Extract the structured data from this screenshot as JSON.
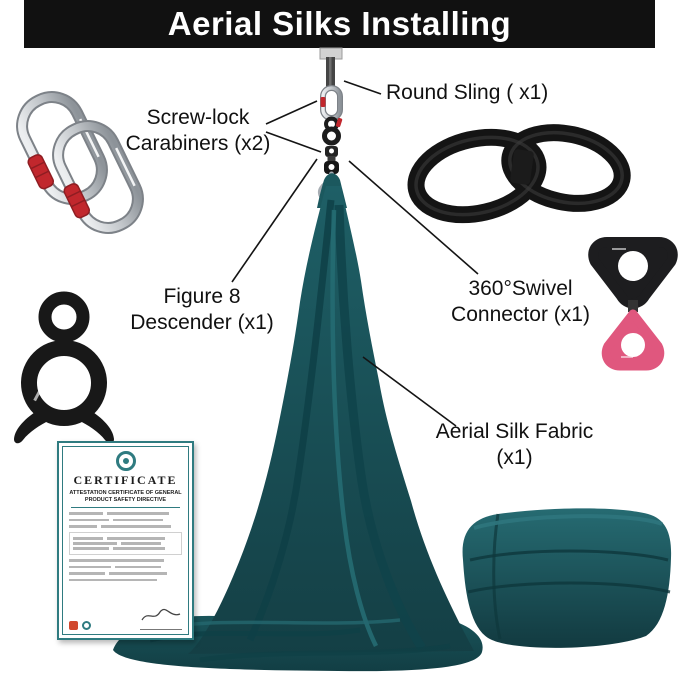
{
  "banner": {
    "title": "Aerial Silks Installing"
  },
  "annotations": {
    "round_sling": {
      "label": "Round Sling ( x1)"
    },
    "carabiners": {
      "label": "Screw-lock Carabiners (x2)"
    },
    "figure8": {
      "label": "Figure 8 Descender (x1)"
    },
    "swivel": {
      "label": "360°Swivel Connector (x1)"
    },
    "fabric": {
      "label": "Aerial Silk Fabric (x1)"
    }
  },
  "certificate": {
    "title": "CERTIFICATE",
    "subtitle": "ATTESTATION CERTIFICATE OF GENERAL PRODUCT SAFETY DIRECTIVE"
  },
  "colors": {
    "banner_black": "#111111",
    "silk_teal": "#19565C",
    "carabiner_sleeve_red": "#C1272D",
    "swivel_pink": "#E0577E",
    "certificate_teal": "#2F7B80"
  }
}
